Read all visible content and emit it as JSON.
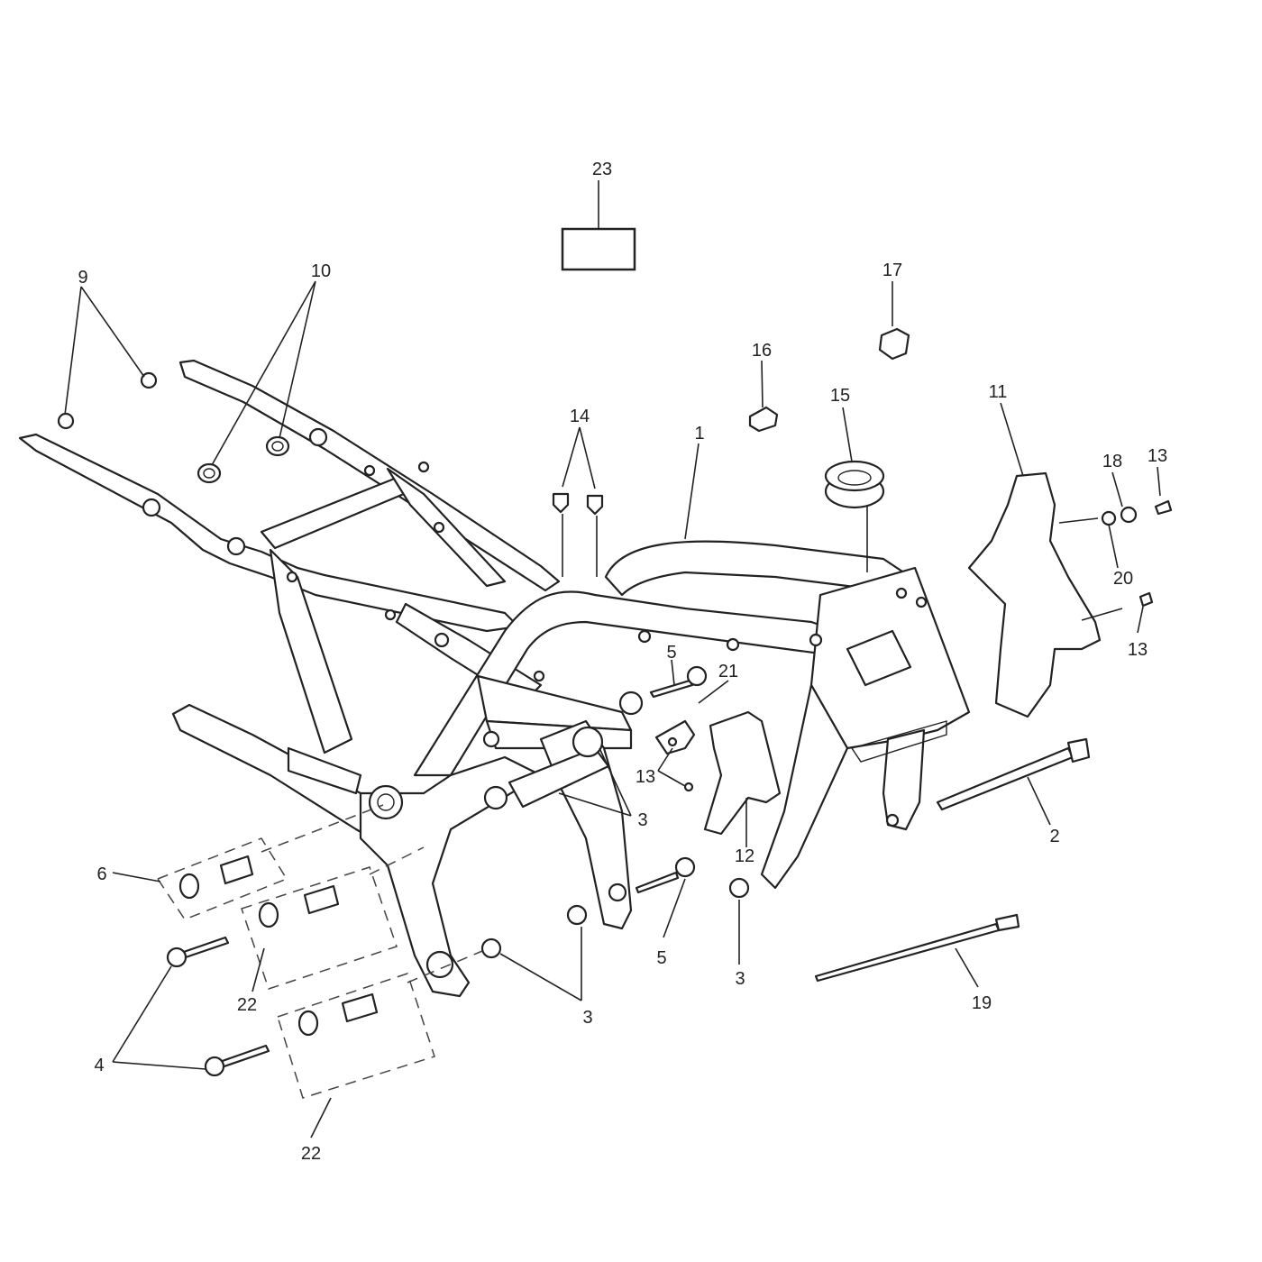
{
  "callouts": {
    "c1": "1",
    "c2": "2",
    "c3a": "3",
    "c3b": "3",
    "c3c": "3",
    "c4": "4",
    "c5a": "5",
    "c5b": "5",
    "c6": "6",
    "c9": "9",
    "c10": "10",
    "c11": "11",
    "c12": "12",
    "c13a": "13",
    "c13b": "13",
    "c13c": "13",
    "c14": "14",
    "c15": "15",
    "c16": "16",
    "c17": "17",
    "c18": "18",
    "c19": "19",
    "c20": "20",
    "c21": "21",
    "c22a": "22",
    "c22b": "22",
    "c23": "23"
  }
}
